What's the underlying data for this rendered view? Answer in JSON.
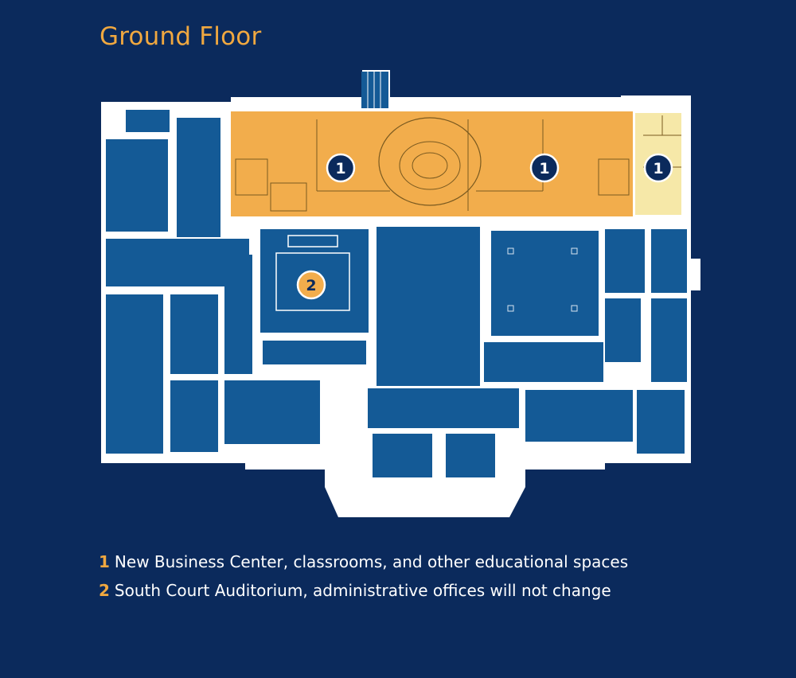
{
  "title": "Ground Floor",
  "colors": {
    "background": "#0b2a5c",
    "walls": "#ffffff",
    "existing_rooms": "#145a96",
    "new_area": "#f2ad4c",
    "new_area_light": "#f6e8a8",
    "accent": "#f0a840"
  },
  "markers": [
    {
      "label": "1",
      "area": "new"
    },
    {
      "label": "1",
      "area": "new"
    },
    {
      "label": "1",
      "area": "new"
    },
    {
      "label": "2",
      "area": "unchanged"
    }
  ],
  "legend": [
    {
      "num": "1",
      "text": "New Business Center, classrooms, and other educational spaces"
    },
    {
      "num": "2",
      "text": "South Court Auditorium, administrative offices will not change"
    }
  ]
}
